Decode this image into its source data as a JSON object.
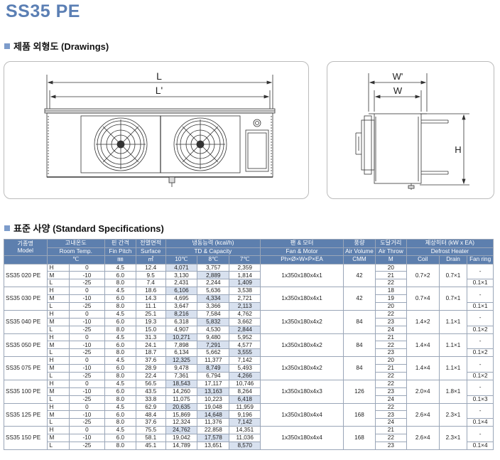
{
  "title": "SS35 PE",
  "sections": {
    "drawings": "제품 외형도 (Drawings)",
    "specs": "표준 사양 (Standard Specifications)"
  },
  "drawing_labels": {
    "L": "L",
    "L_prime": "L'",
    "W_prime": "W'",
    "W": "W",
    "H": "H"
  },
  "colors": {
    "title": "#5b7fb4",
    "header_bg": "#5d7fae",
    "highlight": "#d8e1ef",
    "bullet": "#7d9ccb"
  },
  "table": {
    "header_row1": {
      "model": "기종명",
      "room_temp": "고내온도",
      "fin_pitch": "핀 간격",
      "surface": "전열면적",
      "capacity": "냉동능력 (kcal/h)",
      "fan_motor": "팬 & 모터",
      "air_volume": "풍량",
      "air_throw": "도달거리",
      "defrost": "제상히터 (kW x EA)"
    },
    "header_row2": {
      "model": "Model",
      "room_temp": "Room Temp.",
      "fin_pitch": "Fin Pitch",
      "surface": "Surface",
      "capacity": "TD & Capacity",
      "fan_motor": "Fan & Motor",
      "air_volume": "Air Volume",
      "air_throw": "Air Throw",
      "defrost": "Defrost Heater"
    },
    "header_row3": {
      "temp_unit": "℃",
      "fin_unit": "㎜",
      "surface_unit": "㎡",
      "td10": "10℃",
      "td8": "8℃",
      "td7": "7℃",
      "fan_spec": "Ph×Ø×W×P×EA",
      "air_unit": "CMM",
      "throw_unit": "M",
      "coil": "Coil",
      "drain": "Drain",
      "fan_ring": "Fan ring"
    },
    "models": [
      {
        "name": "SS35 020 PE",
        "fan": "1x350x180x4x1",
        "air": "42",
        "coil": "0.7×2",
        "drain": "0.7×1",
        "ring_top": "-",
        "ring_bottom": "0.1×1",
        "rows": [
          {
            "mode": "H",
            "temp": "0",
            "fin": "4.5",
            "surface": "12.4",
            "c10": "4,071",
            "c8": "3,757",
            "c7": "2,359",
            "throw": "20"
          },
          {
            "mode": "M",
            "temp": "-10",
            "fin": "6.0",
            "surface": "9.5",
            "c10": "3,130",
            "c8": "2,889",
            "c7": "1,814",
            "throw": "21"
          },
          {
            "mode": "L",
            "temp": "-25",
            "fin": "8.0",
            "surface": "7.4",
            "c10": "2,431",
            "c8": "2,244",
            "c7": "1,409",
            "throw": "22"
          }
        ]
      },
      {
        "name": "SS35 030 PE",
        "fan": "1x350x180x4x1",
        "air": "42",
        "coil": "0.7×4",
        "drain": "0.7×1",
        "ring_top": "-",
        "ring_bottom": "0.1×1",
        "rows": [
          {
            "mode": "H",
            "temp": "0",
            "fin": "4.5",
            "surface": "18.6",
            "c10": "6,106",
            "c8": "5,636",
            "c7": "3,538",
            "throw": "18"
          },
          {
            "mode": "M",
            "temp": "-10",
            "fin": "6.0",
            "surface": "14.3",
            "c10": "4,695",
            "c8": "4,334",
            "c7": "2,721",
            "throw": "19"
          },
          {
            "mode": "L",
            "temp": "-25",
            "fin": "8.0",
            "surface": "11.1",
            "c10": "3,647",
            "c8": "3,366",
            "c7": "2,113",
            "throw": "20"
          }
        ]
      },
      {
        "name": "SS35 040 PE",
        "fan": "1x350x180x4x2",
        "air": "84",
        "coil": "1.4×2",
        "drain": "1.1×1",
        "ring_top": "-",
        "ring_bottom": "0.1×2",
        "rows": [
          {
            "mode": "H",
            "temp": "0",
            "fin": "4.5",
            "surface": "25.1",
            "c10": "8,216",
            "c8": "7,584",
            "c7": "4,762",
            "throw": "22"
          },
          {
            "mode": "M",
            "temp": "-10",
            "fin": "6.0",
            "surface": "19.3",
            "c10": "6,318",
            "c8": "5,832",
            "c7": "3,662",
            "throw": "23"
          },
          {
            "mode": "L",
            "temp": "-25",
            "fin": "8.0",
            "surface": "15.0",
            "c10": "4,907",
            "c8": "4,530",
            "c7": "2,844",
            "throw": "24"
          }
        ]
      },
      {
        "name": "SS35 050 PE",
        "fan": "1x350x180x4x2",
        "air": "84",
        "coil": "1.4×4",
        "drain": "1.1×1",
        "ring_top": "-",
        "ring_bottom": "0.1×2",
        "rows": [
          {
            "mode": "H",
            "temp": "0",
            "fin": "4.5",
            "surface": "31.3",
            "c10": "10,271",
            "c8": "9,480",
            "c7": "5,952",
            "throw": "21"
          },
          {
            "mode": "M",
            "temp": "-10",
            "fin": "6.0",
            "surface": "24.1",
            "c10": "7,898",
            "c8": "7,291",
            "c7": "4,577",
            "throw": "22"
          },
          {
            "mode": "L",
            "temp": "-25",
            "fin": "8.0",
            "surface": "18.7",
            "c10": "6,134",
            "c8": "5,662",
            "c7": "3,555",
            "throw": "23"
          }
        ]
      },
      {
        "name": "SS35 075 PE",
        "fan": "1x350x180x4x2",
        "air": "84",
        "coil": "1.4×4",
        "drain": "1.1×1",
        "ring_top": "-",
        "ring_bottom": "0.1×2",
        "rows": [
          {
            "mode": "H",
            "temp": "0",
            "fin": "4.5",
            "surface": "37.6",
            "c10": "12,325",
            "c8": "11,377",
            "c7": "7,142",
            "throw": "20"
          },
          {
            "mode": "M",
            "temp": "-10",
            "fin": "6.0",
            "surface": "28.9",
            "c10": "9,478",
            "c8": "8,749",
            "c7": "5,493",
            "throw": "21"
          },
          {
            "mode": "L",
            "temp": "-25",
            "fin": "8.0",
            "surface": "22.4",
            "c10": "7,361",
            "c8": "6,794",
            "c7": "4,266",
            "throw": "22"
          }
        ]
      },
      {
        "name": "SS35 100 PE",
        "fan": "1x350x180x4x3",
        "air": "126",
        "coil": "2.0×4",
        "drain": "1.8×1",
        "ring_top": "-",
        "ring_bottom": "0.1×3",
        "rows": [
          {
            "mode": "H",
            "temp": "0",
            "fin": "4.5",
            "surface": "56.5",
            "c10": "18,543",
            "c8": "17,117",
            "c7": "10,746",
            "throw": "22"
          },
          {
            "mode": "M",
            "temp": "-10",
            "fin": "6.0",
            "surface": "43.5",
            "c10": "14,260",
            "c8": "13,163",
            "c7": "8,264",
            "throw": "23"
          },
          {
            "mode": "L",
            "temp": "-25",
            "fin": "8.0",
            "surface": "33.8",
            "c10": "11,075",
            "c8": "10,223",
            "c7": "6,418",
            "throw": "24"
          }
        ]
      },
      {
        "name": "SS35 125 PE",
        "fan": "1x350x180x4x4",
        "air": "168",
        "coil": "2.6×4",
        "drain": "2.3×1",
        "ring_top": "-",
        "ring_bottom": "0.1×4",
        "rows": [
          {
            "mode": "H",
            "temp": "0",
            "fin": "4.5",
            "surface": "62.9",
            "c10": "20,635",
            "c8": "19,048",
            "c7": "11,959",
            "throw": "22"
          },
          {
            "mode": "M",
            "temp": "-10",
            "fin": "6.0",
            "surface": "48.4",
            "c10": "15,869",
            "c8": "14,648",
            "c7": "9,196",
            "throw": "23"
          },
          {
            "mode": "L",
            "temp": "-25",
            "fin": "8.0",
            "surface": "37.6",
            "c10": "12,324",
            "c8": "11,376",
            "c7": "7,142",
            "throw": "24"
          }
        ]
      },
      {
        "name": "SS35 150 PE",
        "fan": "1x350x180x4x4",
        "air": "168",
        "coil": "2.6×4",
        "drain": "2.3×1",
        "ring_top": "-",
        "ring_bottom": "0.1×4",
        "rows": [
          {
            "mode": "H",
            "temp": "0",
            "fin": "4.5",
            "surface": "75.5",
            "c10": "24,762",
            "c8": "22,858",
            "c7": "14,351",
            "throw": "21"
          },
          {
            "mode": "M",
            "temp": "-10",
            "fin": "6.0",
            "surface": "58.1",
            "c10": "19,042",
            "c8": "17,578",
            "c7": "11,036",
            "throw": "22"
          },
          {
            "mode": "L",
            "temp": "-25",
            "fin": "8.0",
            "surface": "45.1",
            "c10": "14,789",
            "c8": "13,651",
            "c7": "8,570",
            "throw": "23"
          }
        ]
      }
    ]
  }
}
